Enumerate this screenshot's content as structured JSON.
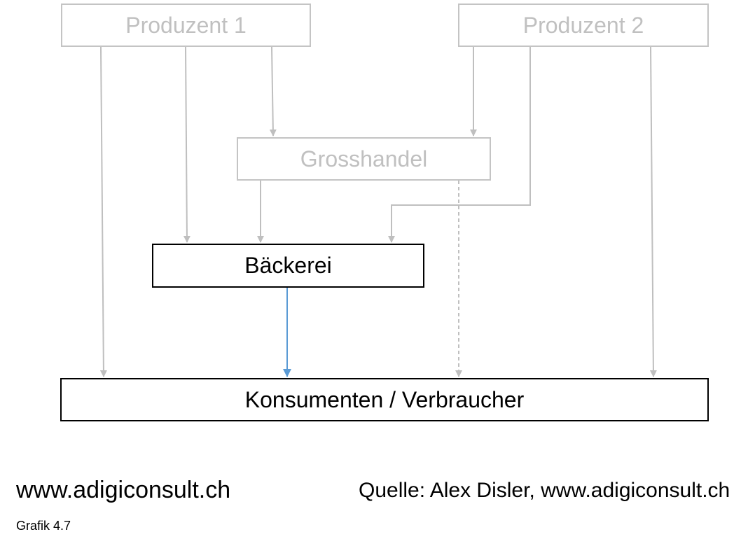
{
  "diagram": {
    "nodes": {
      "producer1": "Produzent 1",
      "producer2": "Produzent 2",
      "wholesale": "Grosshandel",
      "bakery": "Bäckerei",
      "consumers": "Konsumenten / Verbraucher"
    },
    "colors": {
      "muted": "#c0c0c0",
      "strong": "#000000",
      "highlight_arrow": "#5b9bd5"
    }
  },
  "footer": {
    "website": "www.adigiconsult.ch",
    "source": "Quelle: Alex Disler, www.adigiconsult.ch",
    "figure_label": "Grafik 4.7"
  }
}
